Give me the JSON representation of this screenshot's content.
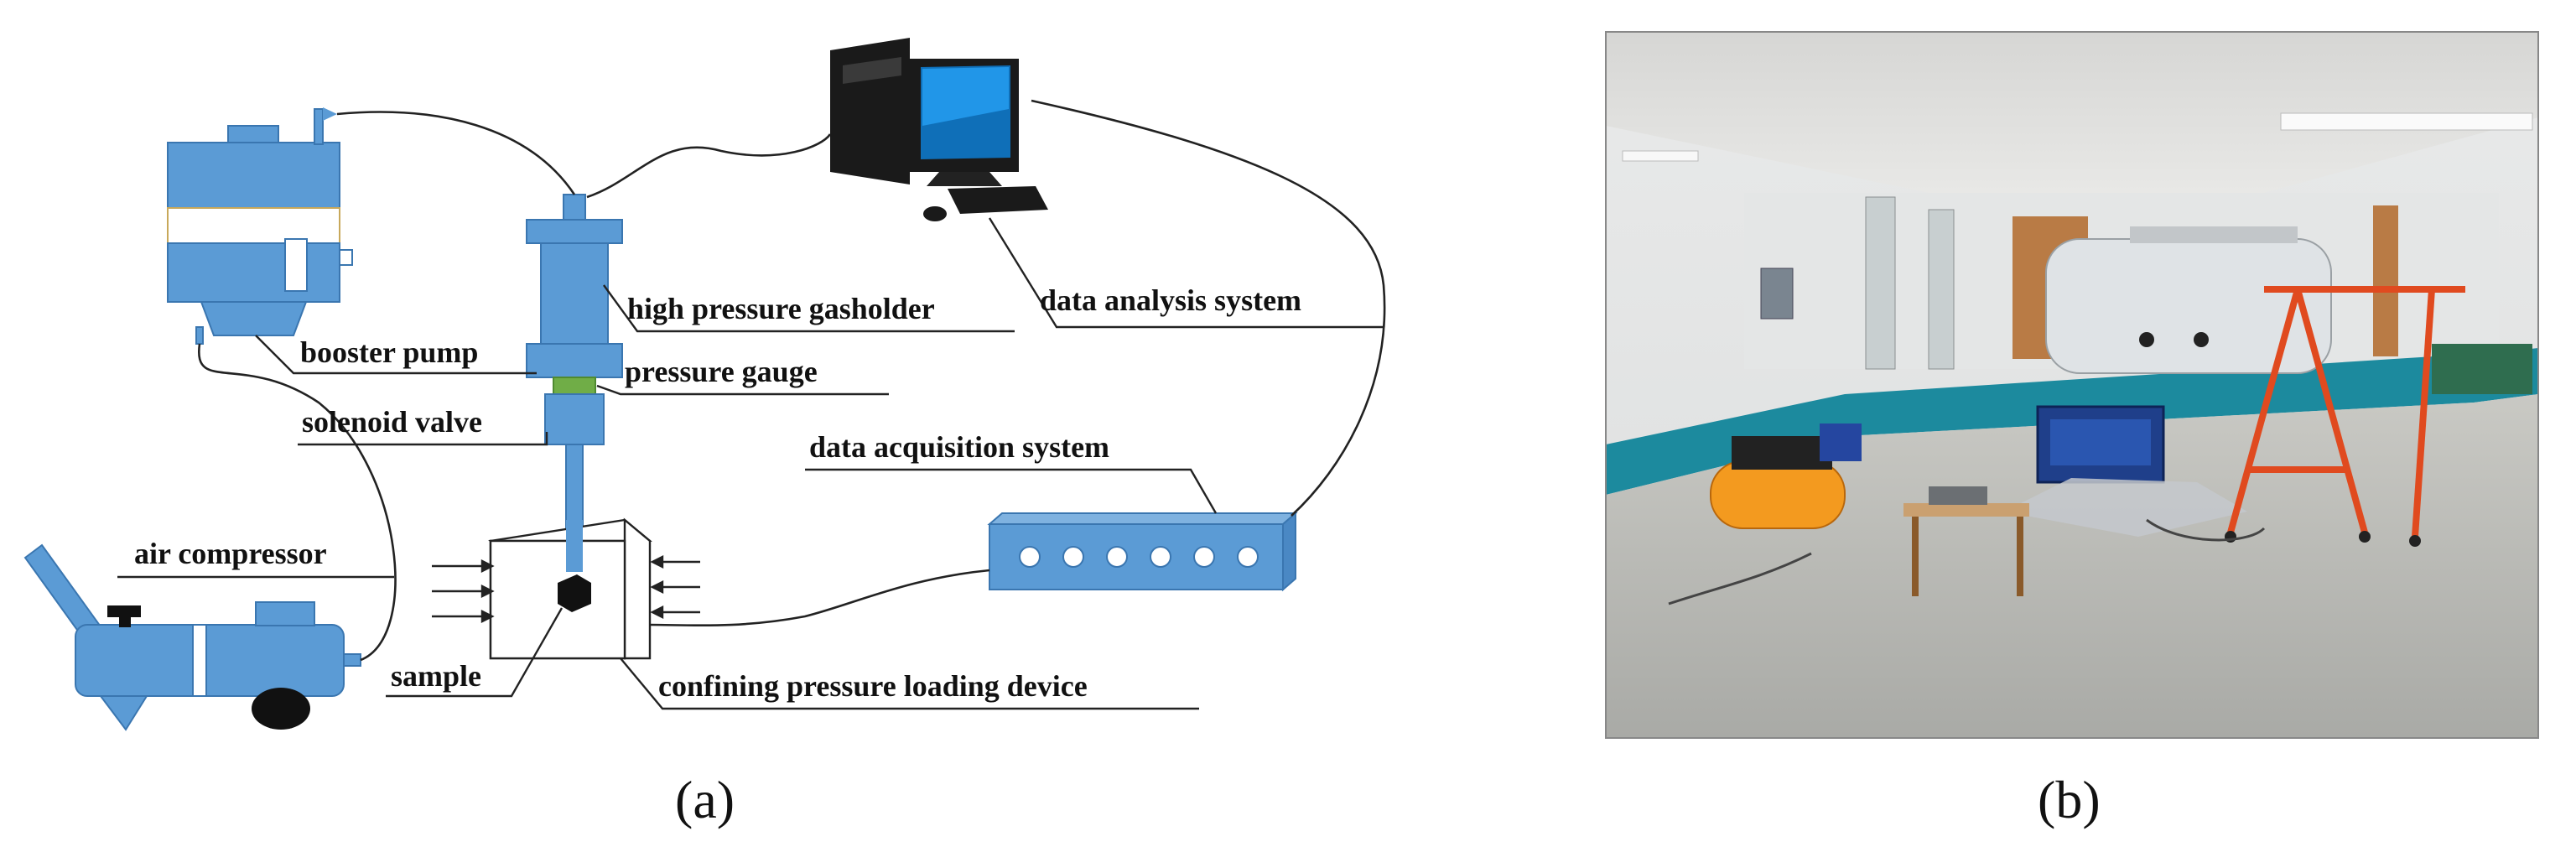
{
  "figure": {
    "panel_a": {
      "caption": "(a)",
      "labels": {
        "booster_pump": "booster pump",
        "high_pressure_gasholder": "high pressure gasholder",
        "data_analysis_system": "data analysis system",
        "pressure_gauge": "pressure gauge",
        "solenoid_valve": "solenoid valve",
        "data_acquisition_system": "data acquisition system",
        "air_compressor": "air compressor",
        "sample": "sample",
        "confining_pressure_loading_device": "confining pressure loading device"
      }
    },
    "panel_b": {
      "caption": "(b)",
      "photo_description_icon": "laboratory-photo"
    },
    "colors": {
      "equipment_blue": "#5b9bd5",
      "valve_green": "#70ad47",
      "compressor_orange": "#f0a020",
      "frame_red": "#e04a1f"
    }
  }
}
